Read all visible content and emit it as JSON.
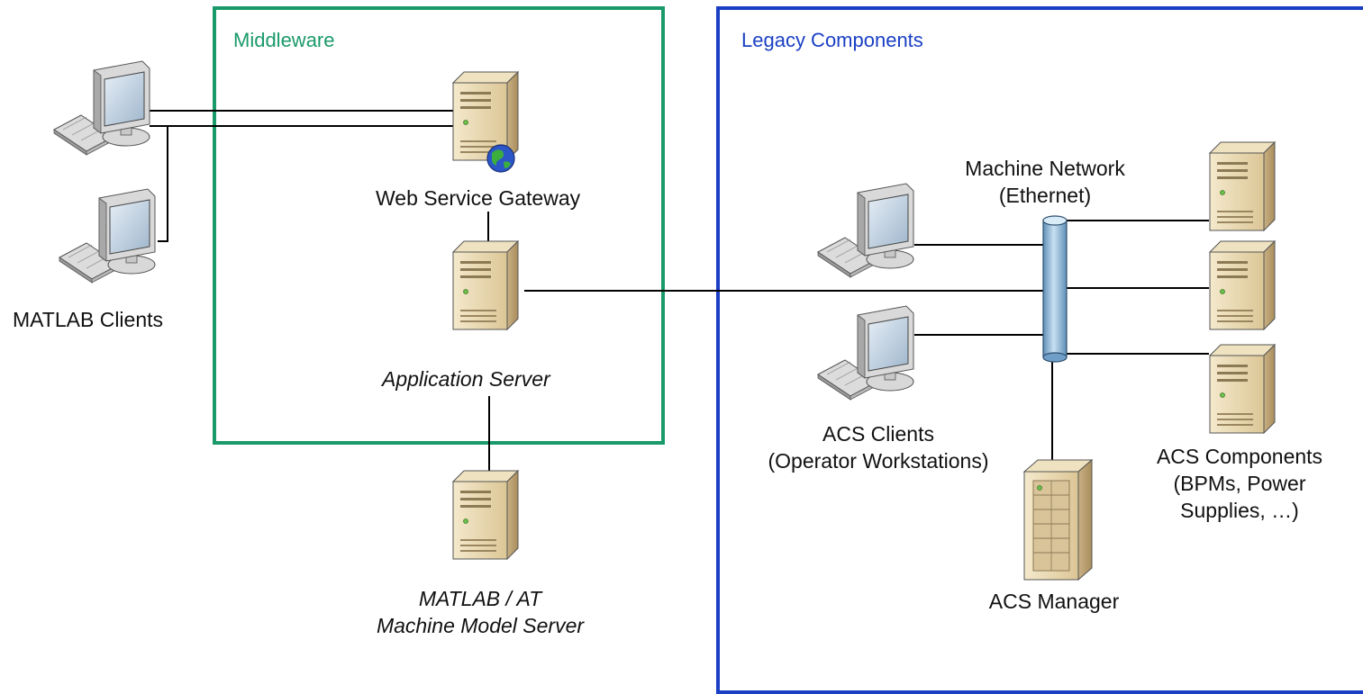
{
  "regions": {
    "middleware": {
      "title": "Middleware",
      "color": "#1a9a6a"
    },
    "legacy": {
      "title": "Legacy Components",
      "color": "#1a3fc4"
    }
  },
  "nodes": {
    "matlab_clients": "MATLAB Clients",
    "web_service_gateway": "Web Service Gateway",
    "application_server": "Application Server",
    "model_server_line1": "MATLAB / AT",
    "model_server_line2": "Machine Model Server",
    "machine_network_line1": "Machine Network",
    "machine_network_line2": "(Ethernet)",
    "acs_clients_line1": "ACS Clients",
    "acs_clients_line2": "(Operator Workstations)",
    "acs_components_line1": "ACS Components",
    "acs_components_line2": "(BPMs, Power",
    "acs_components_line3": "Supplies, …)",
    "acs_manager": "ACS Manager"
  },
  "icons": {
    "workstation": "workstation-icon",
    "server": "tower-server-icon",
    "web_server": "web-server-icon",
    "network_bus": "network-bus-icon",
    "large_server": "large-server-icon"
  },
  "colors": {
    "server_face": "#e8d7b0",
    "server_side": "#c9b184",
    "monitor_screen": "#c8d8e8",
    "bus": "#8fb8d8",
    "connector": "#000000"
  }
}
